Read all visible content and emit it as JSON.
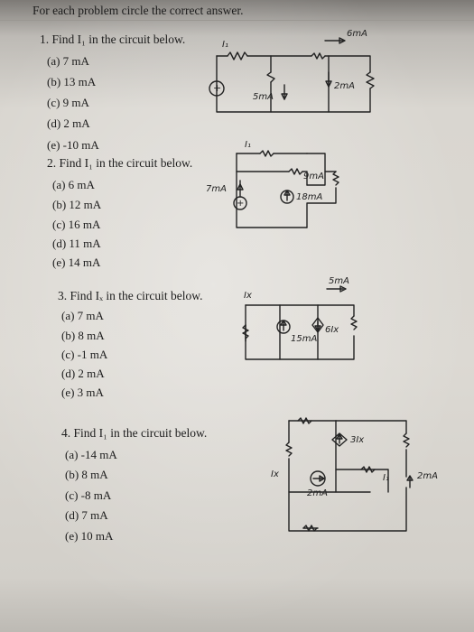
{
  "header": "For each problem circle the correct answer.",
  "problems": [
    {
      "question": "1. Find I₁ in the circuit below.",
      "options": [
        "(a) 7 mA",
        "(b) 13 mA",
        "(c) 9 mA",
        "(d) 2 mA",
        "(e) -10 mA"
      ],
      "labels": {
        "current": "I₁",
        "src_top": "6mA",
        "src_mid": "5mA",
        "src_right": "2mA",
        "vs": "+"
      }
    },
    {
      "question": "2. Find I₁ in the circuit below.",
      "options": [
        "(a) 6 mA",
        "(b) 12 mA",
        "(c) 16 mA",
        "(d) 11 mA",
        "(e) 14 mA"
      ],
      "labels": {
        "current": "I₁",
        "src_left": "7mA",
        "src_top": "9mA",
        "src_mid": "18mA",
        "vs": "+"
      }
    },
    {
      "question": "3. Find Iₓ in the circuit below.",
      "options": [
        "(a) 7 mA",
        "(b) 8 mA",
        "(c) -1 mA",
        "(d) 2 mA",
        "(e) 3 mA"
      ],
      "labels": {
        "current": "Ix",
        "src_top": "5mA",
        "src_mid": "15mA",
        "dep": "6Ix"
      }
    },
    {
      "question": "4. Find I₁ in the circuit below.",
      "options": [
        "(a) -14 mA",
        "(b) 8 mA",
        "(c) -8 mA",
        "(d) 7 mA",
        "(e) 10 mA"
      ],
      "labels": {
        "current_x": "Ix",
        "dep": "3Ix",
        "current_1": "I₁",
        "src_right": "2mA",
        "src_mid": "2mA"
      }
    }
  ]
}
